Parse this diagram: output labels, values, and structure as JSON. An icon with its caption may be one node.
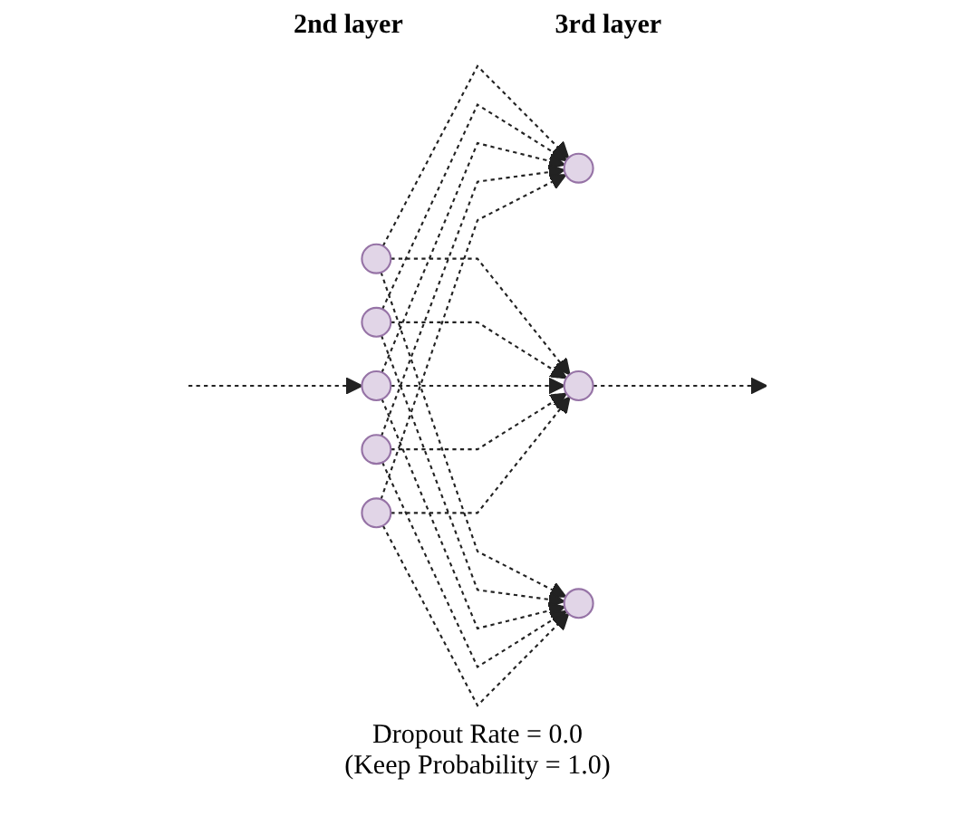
{
  "diagram": {
    "nodes": [
      {
        "text": [],
        "shape": "circle"
      },
      {
        "text": [],
        "shape": "circle"
      },
      {
        "text": [],
        "shape": "circle"
      },
      {
        "text": [],
        "shape": "circle"
      },
      {
        "text": [],
        "shape": "circle"
      },
      {
        "text": [],
        "shape": "circle"
      },
      {
        "text": [],
        "shape": "circle"
      },
      {
        "text": [],
        "shape": "circle"
      }
    ],
    "edges": [
      {
        "from": null,
        "to": 2,
        "arrow": "to",
        "style": "dashed"
      },
      {
        "from": 0,
        "to": 5,
        "arrow": "to",
        "style": "dashed"
      },
      {
        "from": 0,
        "to": 6,
        "arrow": "to",
        "style": "dashed"
      },
      {
        "from": 0,
        "to": 7,
        "arrow": "to",
        "style": "dashed"
      },
      {
        "from": 1,
        "to": 5,
        "arrow": "to",
        "style": "dashed"
      },
      {
        "from": 1,
        "to": 6,
        "arrow": "to",
        "style": "dashed"
      },
      {
        "from": 1,
        "to": 7,
        "arrow": "to",
        "style": "dashed"
      },
      {
        "from": 2,
        "to": 5,
        "arrow": "to",
        "style": "dashed"
      },
      {
        "from": 2,
        "to": 6,
        "arrow": "to",
        "style": "dashed"
      },
      {
        "from": 2,
        "to": 7,
        "arrow": "to",
        "style": "dashed"
      },
      {
        "from": 3,
        "to": 5,
        "arrow": "to",
        "style": "dashed"
      },
      {
        "from": 3,
        "to": 6,
        "arrow": "to",
        "style": "dashed"
      },
      {
        "from": 3,
        "to": 7,
        "arrow": "to",
        "style": "dashed"
      },
      {
        "from": 4,
        "to": 5,
        "arrow": "to",
        "style": "dashed"
      },
      {
        "from": 4,
        "to": 6,
        "arrow": "to",
        "style": "dashed"
      },
      {
        "from": 4,
        "to": 7,
        "arrow": "to",
        "style": "dashed"
      },
      {
        "from": 6,
        "to": null,
        "arrow": "to",
        "style": "dashed"
      }
    ],
    "labels": [
      "2nd layer",
      "3rd layer",
      "Dropout Rate = 0.0",
      "(Keep Probability = 1.0)"
    ]
  }
}
